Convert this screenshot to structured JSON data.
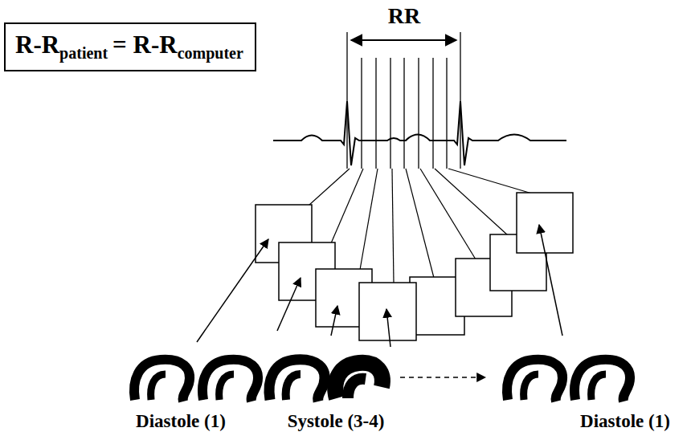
{
  "diagram": {
    "nodes": [
      {
        "text": [
          "R-R",
          "patient",
          "= R-R",
          "computer"
        ]
      }
    ],
    "labels": [
      "RR",
      "Diastole (1)",
      "Systole (3-4)",
      "Diastole (1)"
    ]
  }
}
